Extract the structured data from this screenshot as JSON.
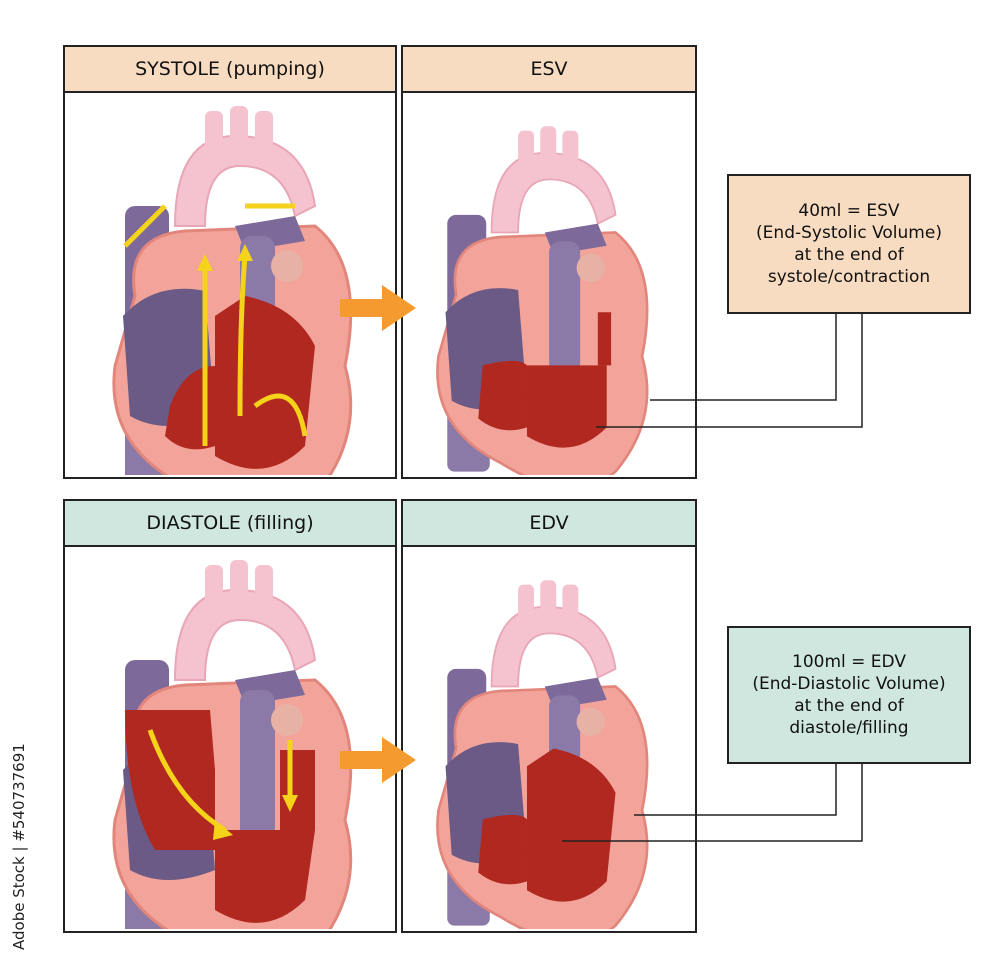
{
  "panels": {
    "systole": {
      "title": "SYSTOLE (pumping)"
    },
    "esv": {
      "title": "ESV"
    },
    "diastole": {
      "title": "DIASTOLE (filling)"
    },
    "edv": {
      "title": "EDV"
    }
  },
  "notes": {
    "esv": {
      "line1": "40ml = ESV",
      "line2": "(End-Systolic Volume)",
      "line3": "at the end of",
      "line4": "systole/contraction"
    },
    "edv": {
      "line1": "100ml = EDV",
      "line2": "(End-Diastolic Volume)",
      "line3": "at the end of",
      "line4": "diastole/filling"
    }
  },
  "watermark": {
    "text": "Adobe Stock | #540737691"
  },
  "colors": {
    "peach": "#f8dcc1",
    "mint": "#cfe7df",
    "arrow": "#f49a2e",
    "blood": "#b0281f",
    "muscle": "#f2a39a",
    "vein": "#7d6a9a",
    "aorta": "#f4c3cf",
    "flow": "#f5d31a",
    "sound": "#2aa4e3"
  }
}
